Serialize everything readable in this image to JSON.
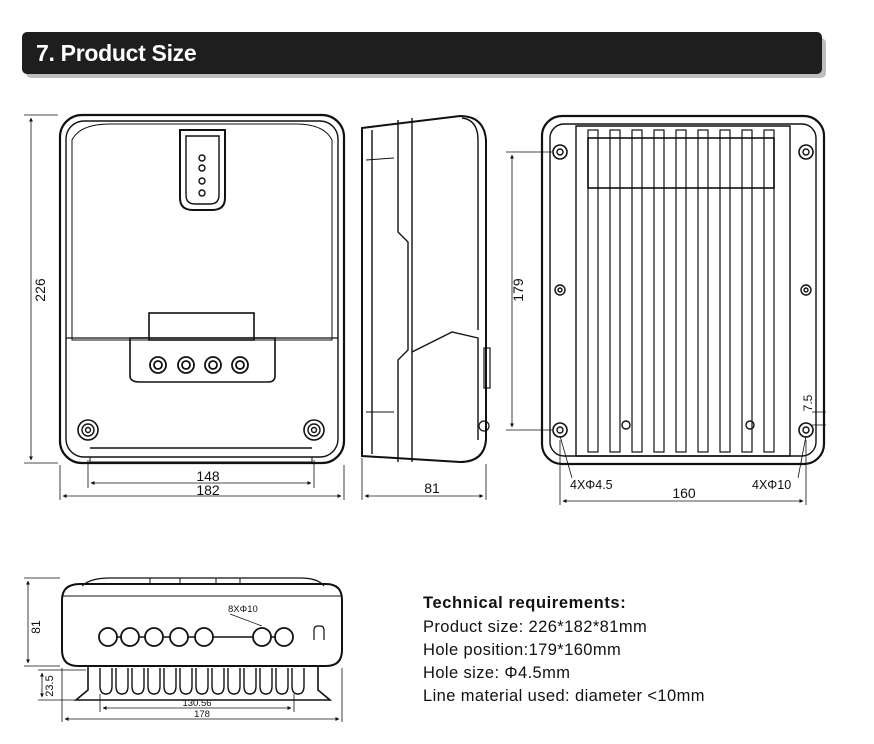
{
  "header": {
    "title": "7. Product Size"
  },
  "front_view": {
    "height_label": "226",
    "inner_width_label": "148",
    "outer_width_label": "182"
  },
  "side_view": {
    "depth_label": "81"
  },
  "back_view": {
    "hole_spacing_v_label": "179",
    "hole_spacing_h_label": "160",
    "offset_label": "7.5",
    "left_hole_label": "4XΦ4.5",
    "right_hole_label": "4XΦ10"
  },
  "bottom_view": {
    "height_label": "81",
    "foot_label": "23.5",
    "inner_width_label": "130.56",
    "outer_width_label": "178",
    "holes_label": "8XΦ10"
  },
  "requirements": {
    "title": "Technical requirements:",
    "lines": [
      "Product size: 226*182*81mm",
      "Hole position:179*160mm",
      "Hole size: Φ4.5mm",
      "Line material used: diameter <10mm"
    ]
  },
  "colors": {
    "header_bg": "#1e1e1e",
    "header_text": "#ffffff",
    "line": "#111111"
  }
}
